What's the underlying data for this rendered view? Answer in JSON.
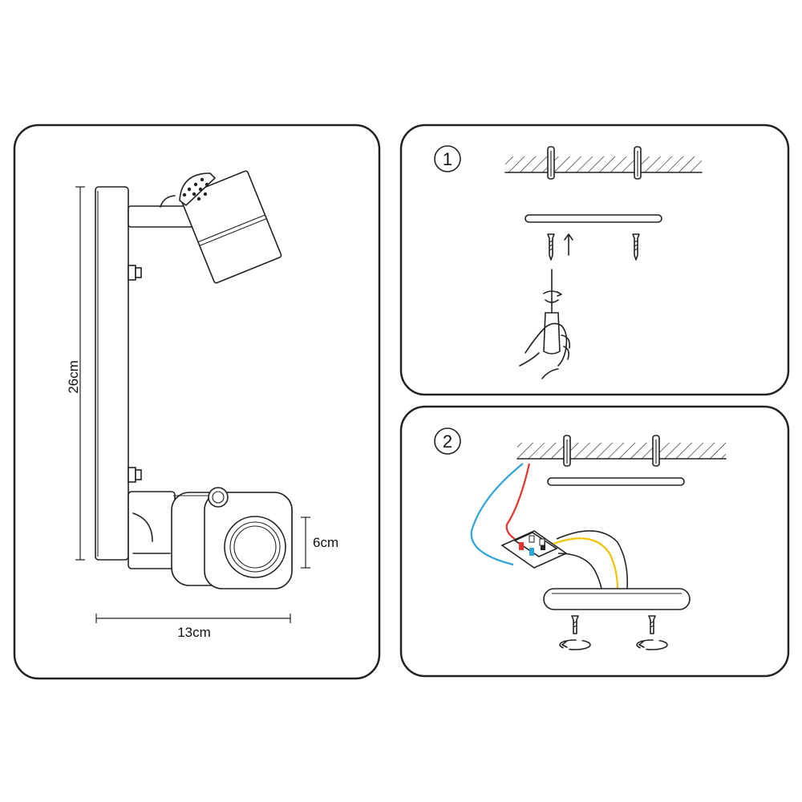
{
  "dimensions": {
    "height_label": "26cm",
    "width_label": "13cm",
    "head_label": "6cm"
  },
  "steps": [
    {
      "number": "1"
    },
    {
      "number": "2"
    }
  ],
  "wire_colors": {
    "red": "#e8322b",
    "blue": "#2fa4d8",
    "yellow": "#f2c200",
    "brown": "#8a5a2b"
  },
  "icons": [
    "screw-icon",
    "screwdriver-icon",
    "hand-icon",
    "arrow-up-icon",
    "rotate-arrow-icon",
    "terminal-block-icon",
    "ceiling-icon",
    "wall-plug-icon"
  ]
}
